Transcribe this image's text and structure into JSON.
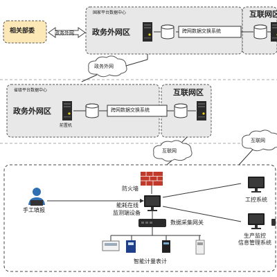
{
  "top": {
    "related_dept": "相关部委",
    "gov_net_link": "政务外网",
    "national_center": "国家平台数据中心",
    "gov_zone": "政务外网区",
    "cross_net": "跨网数据交换系统",
    "internet_zone": "互联网区"
  },
  "cloud_gov": "政务外网",
  "province": {
    "center": "省级平台数据中心",
    "gov_zone": "政务外网区",
    "front_machine": "前置机",
    "cross_net": "跨网数据交换系统",
    "internet_zone": "互联网区"
  },
  "cloud_internet_left": "互联网",
  "cloud_internet_right": "互联网",
  "enterprise": {
    "firewall": "防火墙",
    "manual_entry": "手工填报",
    "monitor_device_line1": "能耗在线",
    "monitor_device_line2": "监测端设备",
    "gateway": "数据采集网关",
    "control_system": "工控系统",
    "mes_line1": "生产监控",
    "mes_line2": "信息管理系统",
    "meters": "智能计量表计"
  },
  "colors": {
    "related_dept_fill": "#fbe8b6",
    "firewall": "#c0392b",
    "server_led": "#e8d21a"
  }
}
